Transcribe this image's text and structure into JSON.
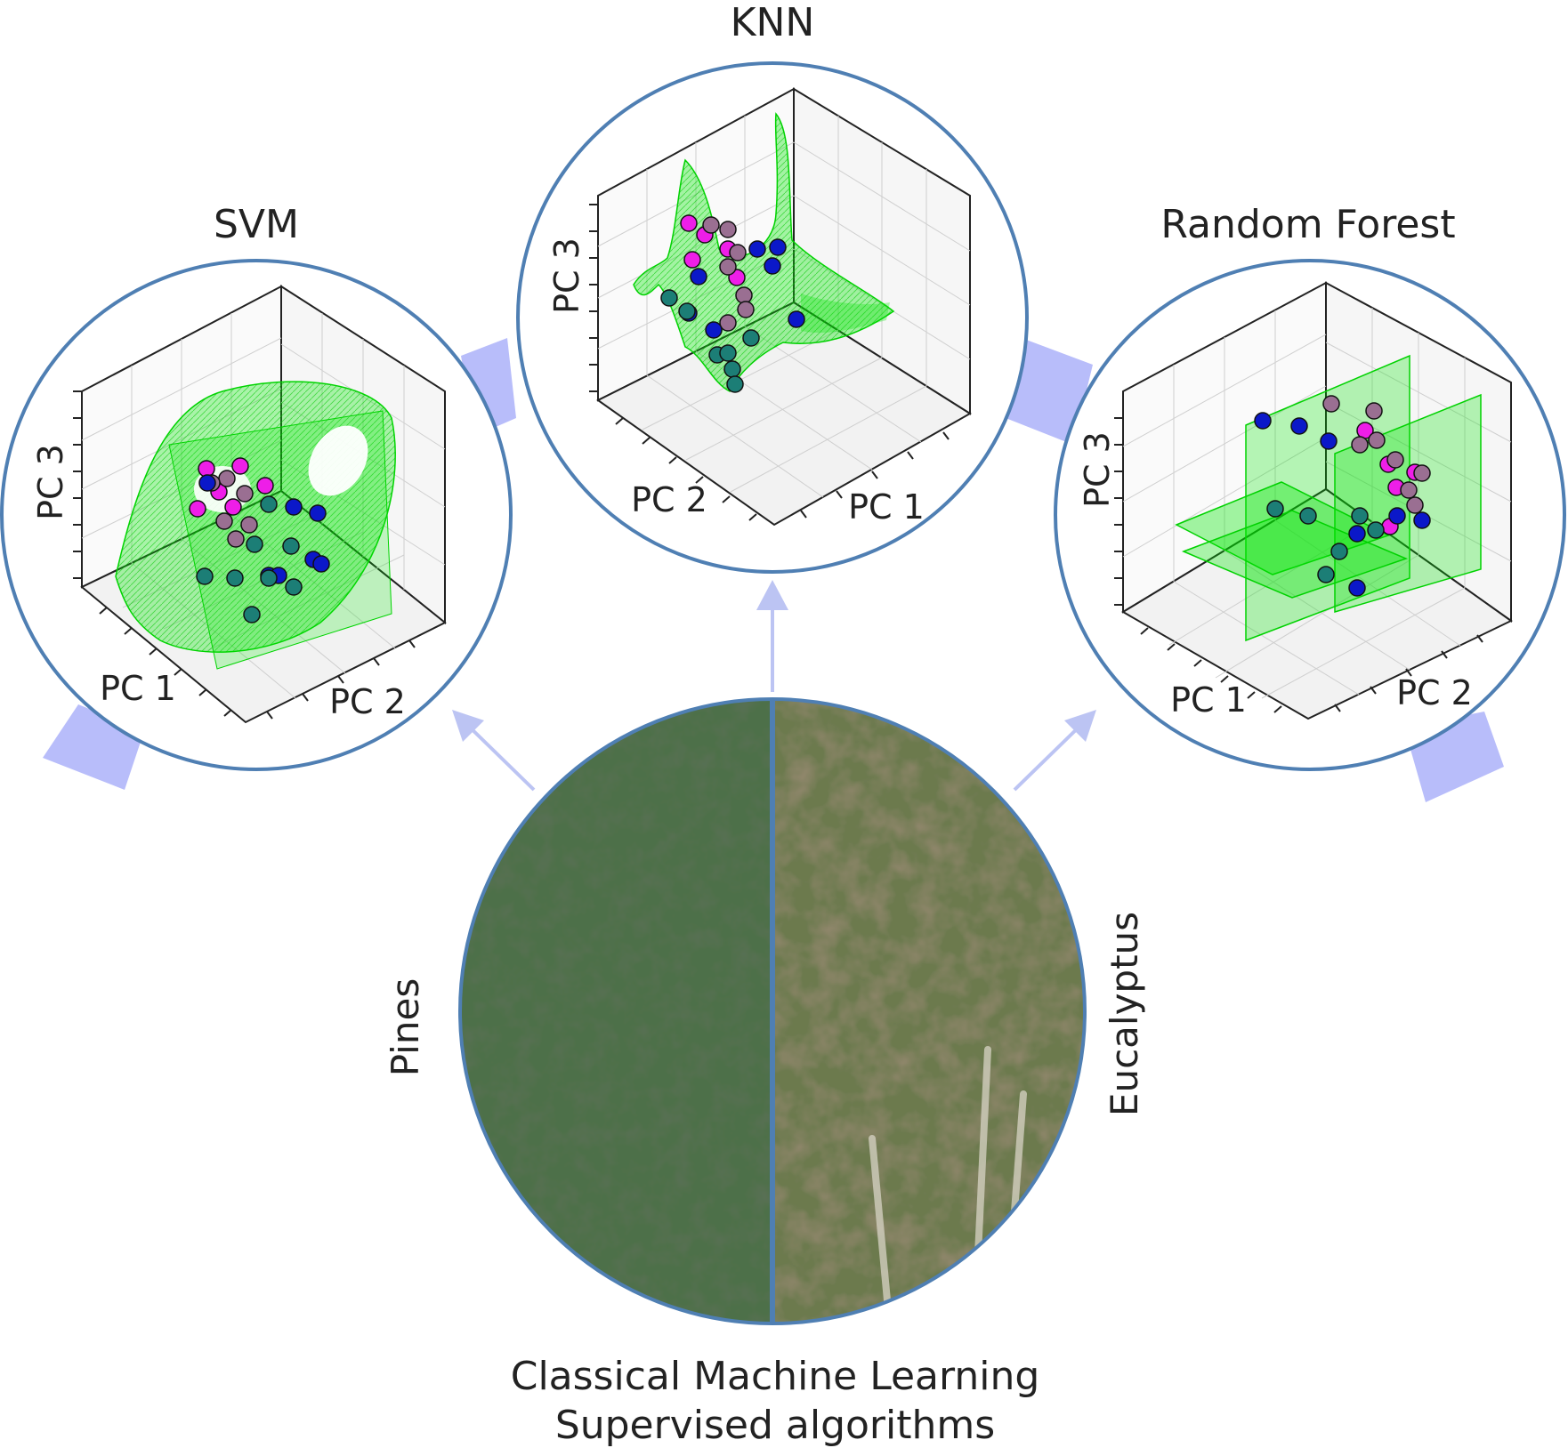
{
  "panels": [
    {
      "title": "SVM",
      "axis_labels": [
        "PC 3",
        "PC 1",
        "PC 2"
      ]
    },
    {
      "title": "KNN",
      "axis_labels": [
        "PC 3",
        "PC 2",
        "PC 1"
      ]
    },
    {
      "title": "Random Forest",
      "axis_labels": [
        "PC 3",
        "PC 1",
        "PC 2"
      ]
    }
  ],
  "photo": {
    "left_label": "Pines",
    "right_label": "Eucalyptus"
  },
  "caption": {
    "line1": "Classical Machine Learning",
    "line2": "Supervised algorithms"
  },
  "colors": {
    "circle_border": "#4f7fb3",
    "arrow": "#bcc4f3",
    "band": "#b8bdfa",
    "surface": "#00e600",
    "pines_green": "#4d6f48",
    "eucalyptus_green": "#6c7a4e",
    "point_blue": "#0b18c9",
    "point_teal": "#1c7e76",
    "point_magenta": "#ee1ee8",
    "point_mauve": "#9a6f92"
  }
}
